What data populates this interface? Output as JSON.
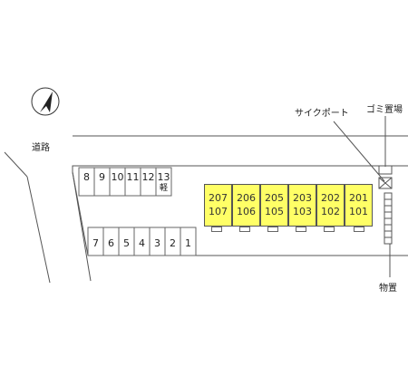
{
  "labels": {
    "road": "道路",
    "cycle_port": "サイクポート",
    "garbage": "ゴミ置場",
    "storage": "物置",
    "kei": "軽"
  },
  "icons": {
    "north_arrow": "north-arrow-icon"
  },
  "parking_top": [
    "8",
    "9",
    "10",
    "11",
    "12",
    "13"
  ],
  "parking_bottom": [
    "7",
    "6",
    "5",
    "4",
    "3",
    "2",
    "1"
  ],
  "buildings": [
    {
      "upper": "207",
      "lower": "107"
    },
    {
      "upper": "206",
      "lower": "106"
    },
    {
      "upper": "205",
      "lower": "105"
    },
    {
      "upper": "203",
      "lower": "103"
    },
    {
      "upper": "202",
      "lower": "102"
    },
    {
      "upper": "201",
      "lower": "101"
    }
  ],
  "colors": {
    "building_fill": "#ffff66",
    "line": "#555555"
  }
}
